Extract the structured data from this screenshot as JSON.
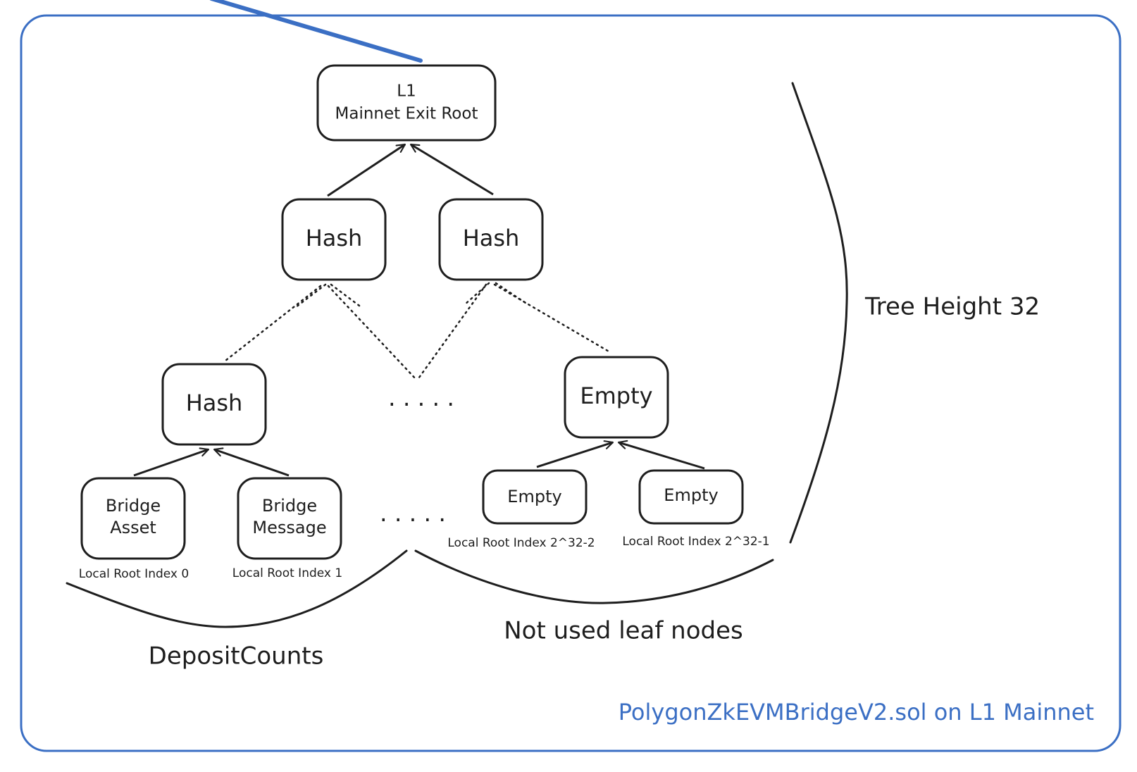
{
  "colors": {
    "frame": "#3b6fc4",
    "ink": "#1e1e1e",
    "brand_text": "#3b6fc4"
  },
  "nodes": {
    "root": {
      "line1": "L1",
      "line2": "Mainnet Exit Root"
    },
    "hash_left": "Hash",
    "hash_right": "Hash",
    "hash_lower": "Hash",
    "empty_lower": "Empty",
    "leaf_bridge_asset": {
      "line1": "Bridge",
      "line2": "Asset"
    },
    "leaf_bridge_message": {
      "line1": "Bridge",
      "line2": "Message"
    },
    "leaf_empty_1": "Empty",
    "leaf_empty_2": "Empty"
  },
  "leaf_labels": {
    "index_0": "Local Root Index 0",
    "index_1": "Local Root Index 1",
    "index_2_32_2": "Local Root Index 2^32-2",
    "index_2_32_1": "Local Root Index 2^32-1"
  },
  "ellipses": {
    "mid": ".....",
    "leaf": "....."
  },
  "annotations": {
    "tree_height": "Tree Height 32",
    "deposit_counts": "DepositCounts",
    "not_used": "Not used leaf nodes",
    "contract": "PolygonZkEVMBridgeV2.sol on L1 Mainnet"
  },
  "icons": {
    "arrowhead": "arrowhead-icon"
  }
}
